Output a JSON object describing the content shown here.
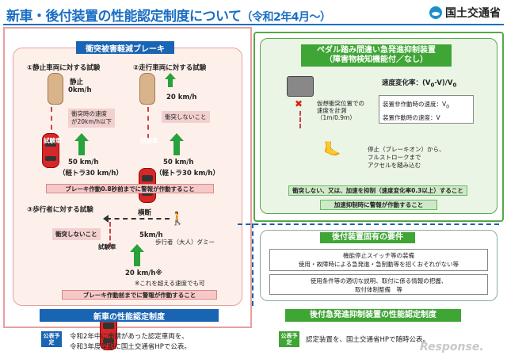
{
  "header": {
    "title": "新車・後付装置の性能認定制度について",
    "title_sub": "（令和2年4月～）",
    "agency": "国土交通省"
  },
  "left": {
    "section_title": "衝突被害軽減ブレーキ",
    "test1": {
      "label": "①静止車両に対する試験",
      "target_label": "静止",
      "target_speed": "0km/h",
      "note": "衝突時の速度\nが20km/h以下",
      "test_car": "試験車",
      "speed": "50 km/h",
      "speed_sub": "（軽トラ30 km/h）"
    },
    "test2": {
      "label": "②走行車両に対する試験",
      "target_speed": "20 km/h",
      "note": "衝突しないこと",
      "test_car": "試験車",
      "speed": "50 km/h",
      "speed_sub": "（軽トラ30 km/h）"
    },
    "warning1": "ブレーキ作動0.8秒前までに警報が作動すること",
    "test3": {
      "label": "③歩行者に対する試験",
      "cross": "横断",
      "note": "衝突しないこと",
      "ped_speed": "5km/h",
      "dummy": "歩行者（大人）ダミー",
      "test_car": "試験車",
      "speed": "20 km/h※",
      "footnote": "※これを超える速度でも可"
    },
    "warning2": "ブレーキ作動前までに警報が作動すること",
    "bottom_title": "新車の性能認定制度",
    "badge": "公表予定",
    "bottom_text1": "令和2年中に申請があった認定車両を、",
    "bottom_text2": "令和3年度早期に国土交通省HPで公表。"
  },
  "right": {
    "section_title1": "ペダル踏み間違い急発進抑制装置",
    "section_title2": "（障害物検知機能付／なし）",
    "virtual_pos": "仮想衝突位置での\n速度を計測\n（1m/0.9m）",
    "speed_change_label": "速度変化率：(V",
    "formula_end": "-V)/V",
    "sub0": "0",
    "noact_label": "装置非作動時の速度：V",
    "act_label": "装置作動時の速度：V",
    "stop_text": "停止（ブレーキオン）から、\nフルストロークまで\nアクセルを踏み込む",
    "cond1": "衝突しない、又は、加速を抑制（速度変化率0.3以上）すること",
    "cond2": "加速抑制時に警報が作動すること",
    "req_title": "後付装置固有の要件",
    "req1": "機能停止スイッチ等の装備",
    "req2": "使用・故障時による急発進・急制動等を招くおそれがない等",
    "req3": "使用条件等の適切な説明、取付に係る情報の把握、",
    "req4": "取付体制整備　等",
    "bottom_title": "後付急発進抑制装置の性能認定制度",
    "badge": "公表予定",
    "bottom_text": "認定装置を、国土交通省HPで随時公表。"
  },
  "watermark": "Response."
}
